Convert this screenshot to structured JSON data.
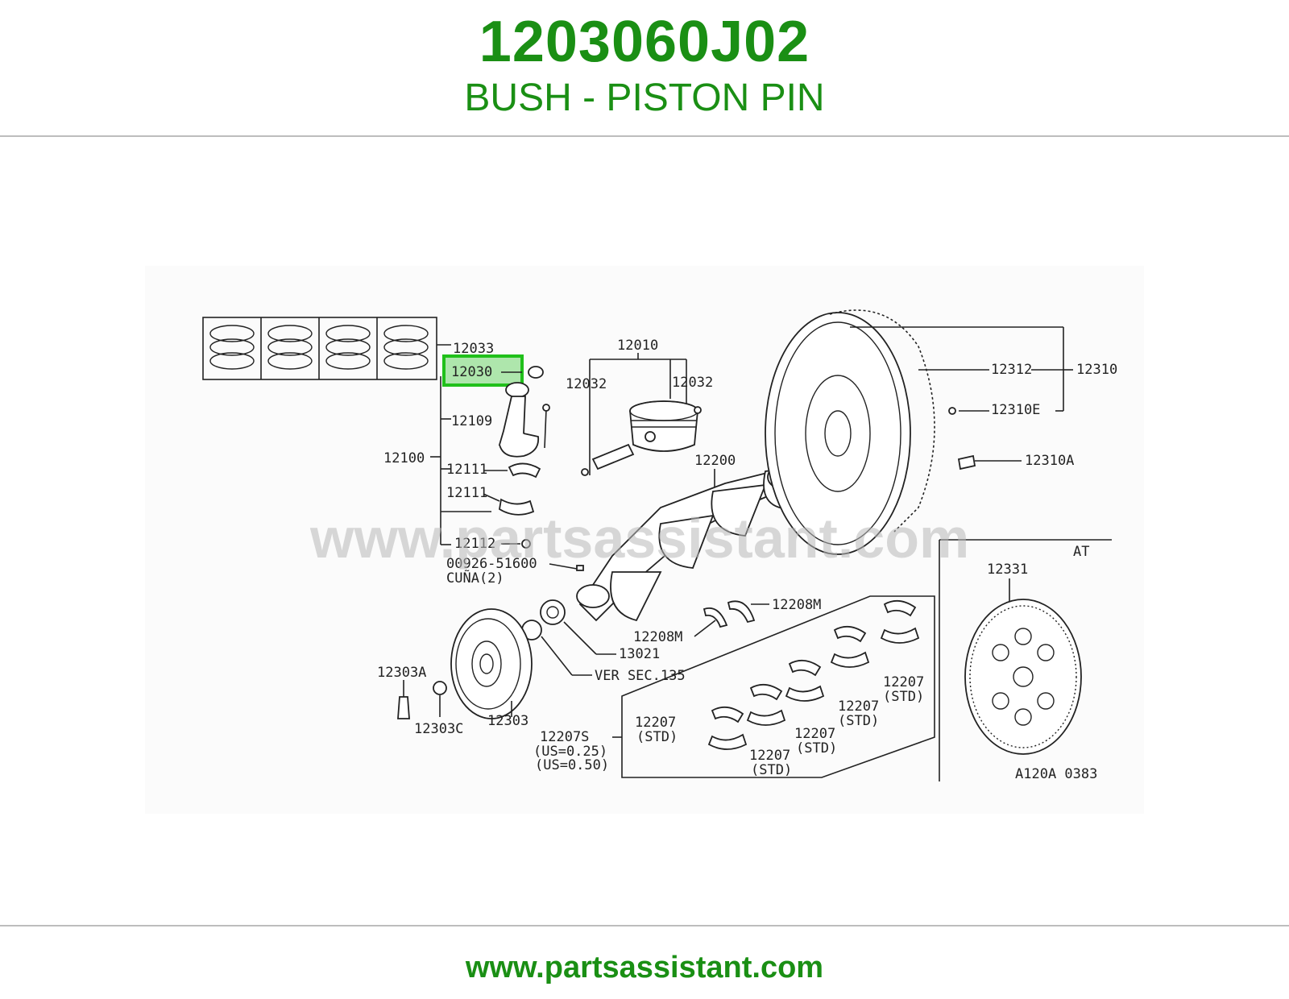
{
  "header": {
    "part_number": "1203060J02",
    "part_name": "BUSH - PISTON PIN"
  },
  "diagram": {
    "highlight_color": "#20c01a",
    "labels": {
      "l12033": "12033",
      "l12030": "12030",
      "l12010": "12010",
      "l12032a": "12032",
      "l12032b": "12032",
      "l12109": "12109",
      "l12100": "12100",
      "l12111a": "12111",
      "l12111b": "12111",
      "l12112": "12112",
      "l00926": "00926-51600",
      "cuna": "CUÑA(2)",
      "l12200": "12200",
      "l12312": "12312",
      "l12310": "12310",
      "l12310e": "12310E",
      "l12310a": "12310A",
      "l12208m_a": "12208M",
      "l12208m_b": "12208M",
      "l13021": "13021",
      "ver_sec": "VER SEC.135",
      "l12303a": "12303A",
      "l12303c": "12303C",
      "l12303": "12303",
      "l12207s": "12207S",
      "us025": "(US=0.25)",
      "us050": "(US=0.50)",
      "l12207_1": "12207",
      "std_1": "(STD)",
      "l12207_2": "12207",
      "std_2": "(STD)",
      "l12207_3": "12207",
      "std_3": "(STD)",
      "l12207_4": "12207",
      "std_4": "(STD)",
      "l12207_5": "12207",
      "std_5": "(STD)",
      "at": "AT",
      "l12331": "12331",
      "code": "A120A  0383"
    },
    "watermark": "www.partsassistant.com"
  },
  "footer": {
    "url": "www.partsassistant.com"
  }
}
